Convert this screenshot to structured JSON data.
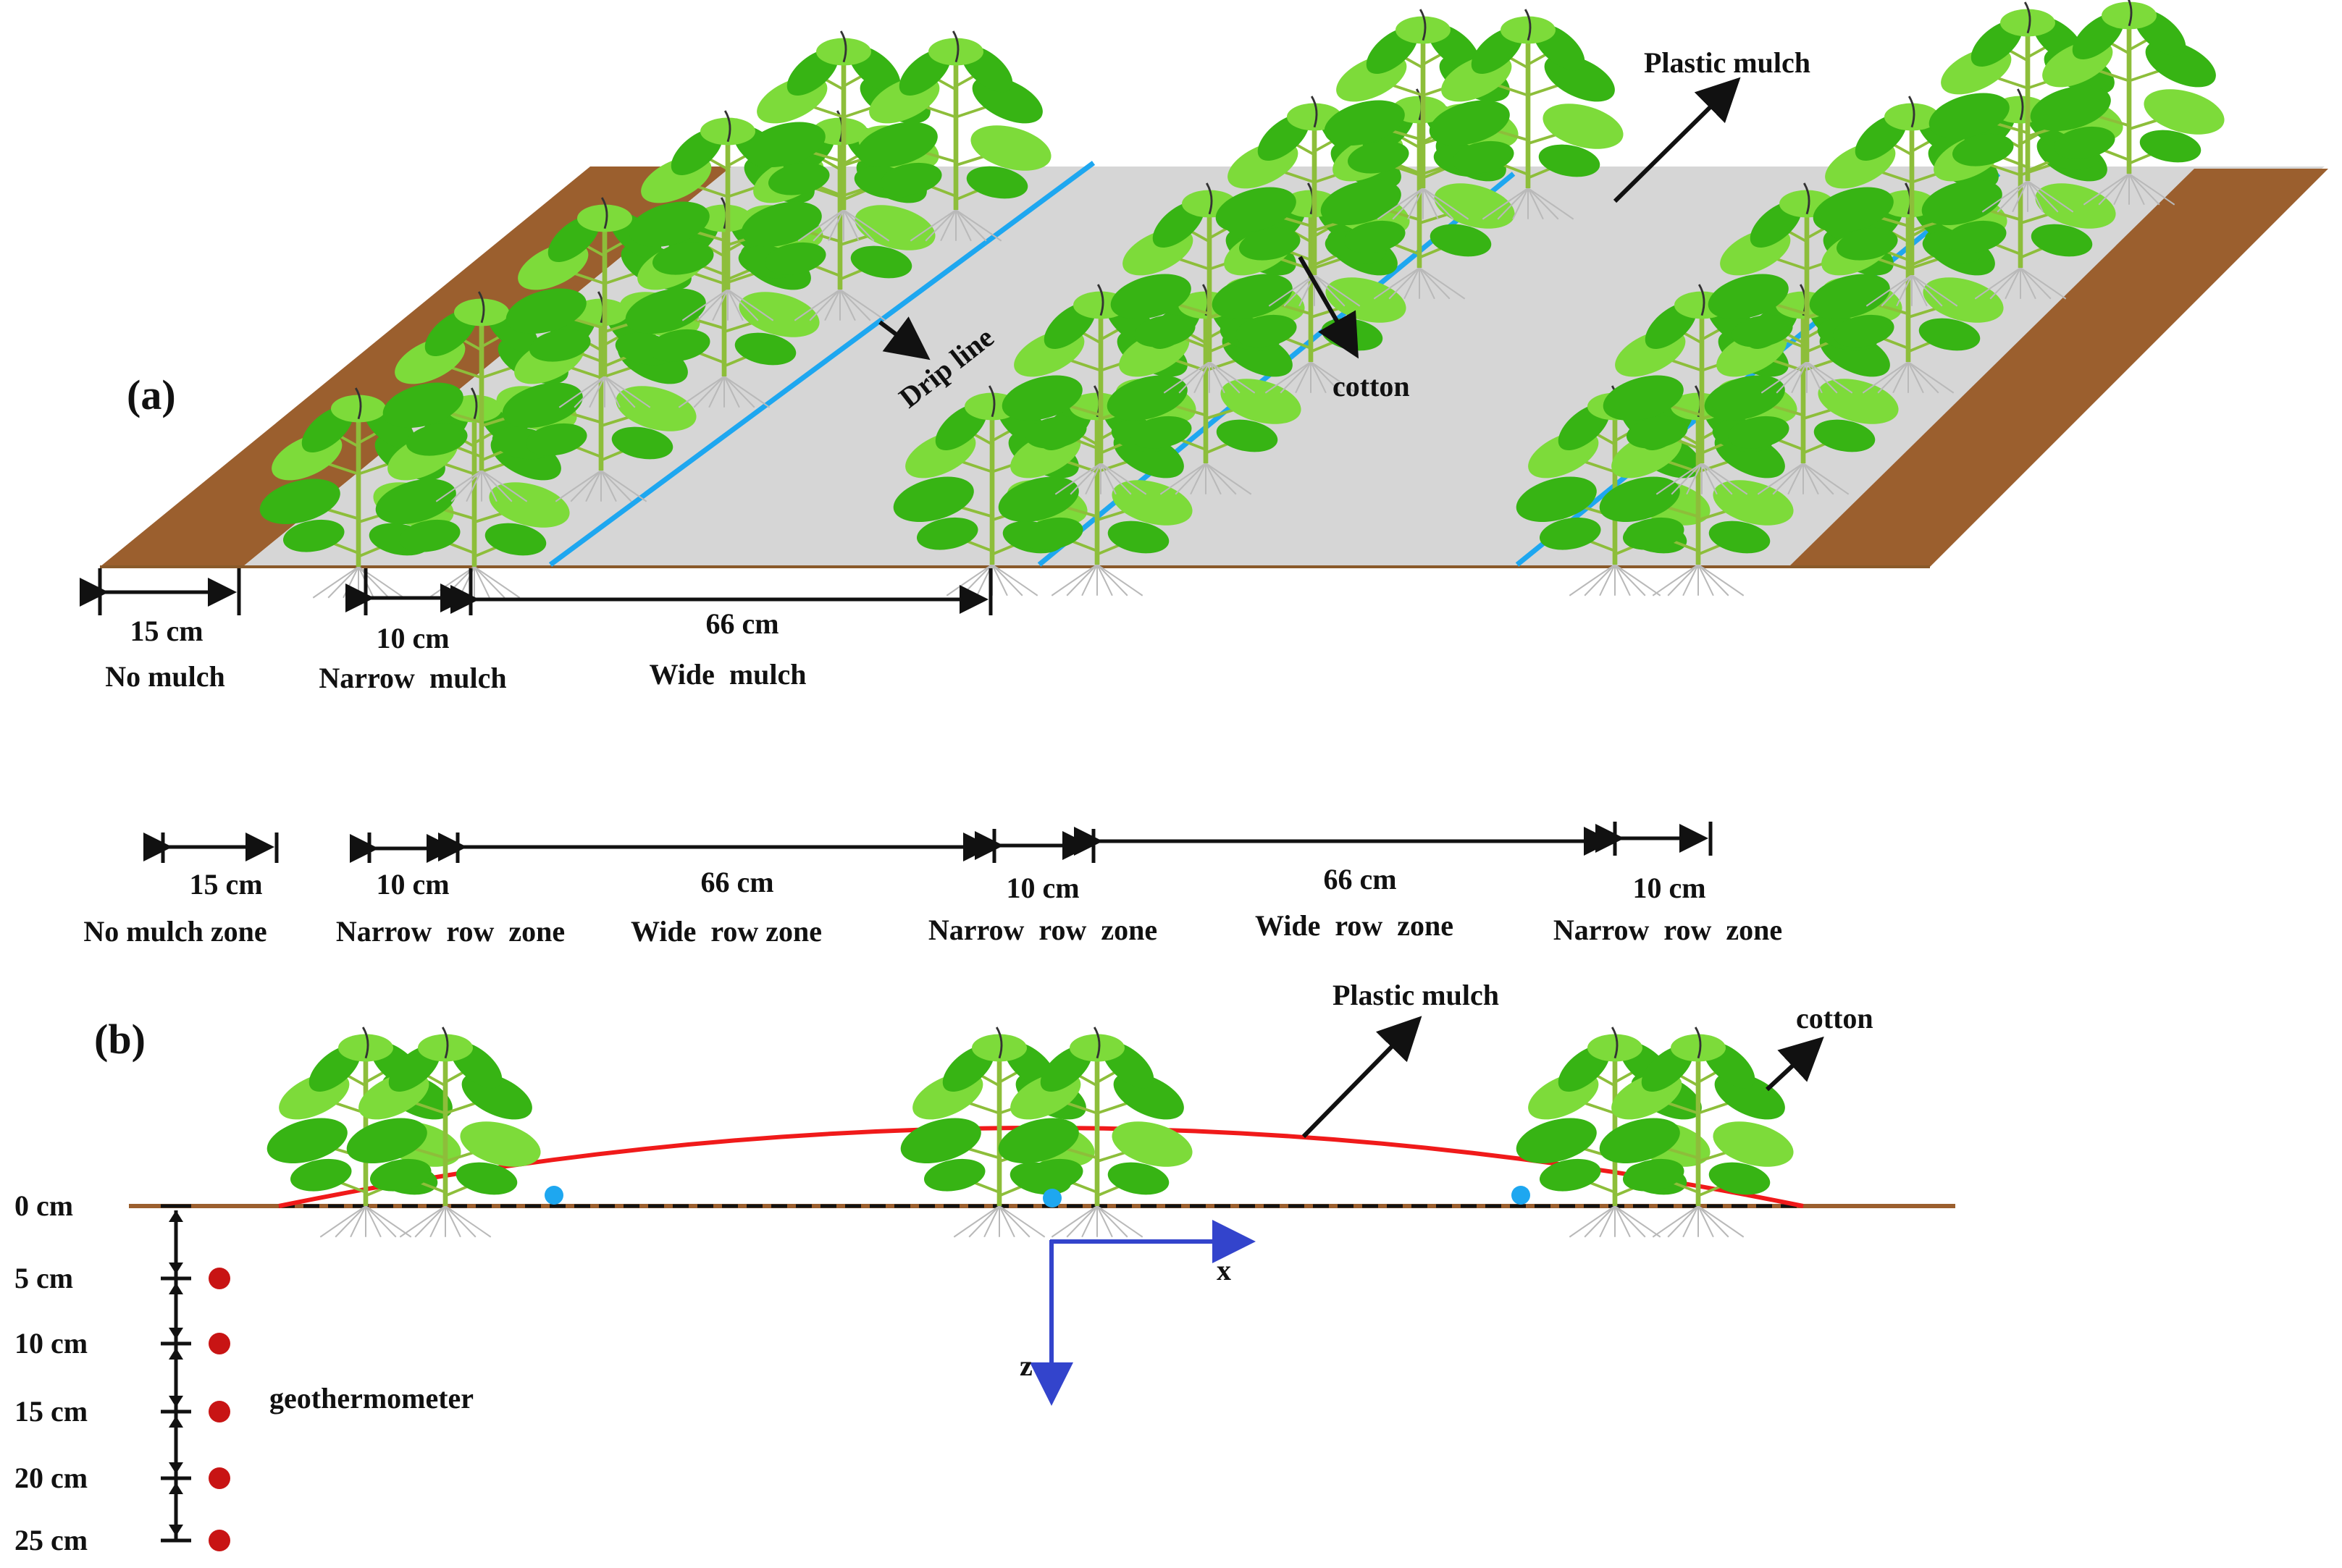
{
  "colors": {
    "soil": "#9B5F2E",
    "mulch": "#D6D6D6",
    "drip_line": "#1EA7F0",
    "mulch_arc": "#F01A1A",
    "leaf": "#37B414",
    "leaf_light": "#7DDB3A",
    "stem": "#8DBE3A",
    "sensor": "#C81414",
    "emitter": "#1EA7F0",
    "axis": "#3344CC"
  },
  "panel_a": {
    "label": "(a)",
    "plastic_mulch": "Plastic mulch",
    "drip_line": "Drip line",
    "cotton": "cotton",
    "dims": [
      {
        "value": "15 cm",
        "zone": "No mulch"
      },
      {
        "value": "10 cm",
        "zone": "Narrow  mulch"
      },
      {
        "value": "66 cm",
        "zone": "Wide  mulch"
      }
    ]
  },
  "panel_b": {
    "label": "(b)",
    "plastic_mulch": "Plastic mulch",
    "cotton": "cotton",
    "dims": [
      {
        "value": "15 cm",
        "zone": "No mulch zone"
      },
      {
        "value": "10 cm",
        "zone": "Narrow  row  zone"
      },
      {
        "value": "66 cm",
        "zone": "Wide  row zone"
      },
      {
        "value": "10 cm",
        "zone": "Narrow  row  zone"
      },
      {
        "value": "66 cm",
        "zone": "Wide  row  zone"
      },
      {
        "value": "10 cm",
        "zone": "Narrow  row  zone"
      }
    ],
    "depths": [
      "0 cm",
      "5 cm",
      "10 cm",
      "15 cm",
      "20 cm",
      "25 cm"
    ],
    "geothermometer": "geothermometer",
    "axis_x": "x",
    "axis_z": "z"
  }
}
